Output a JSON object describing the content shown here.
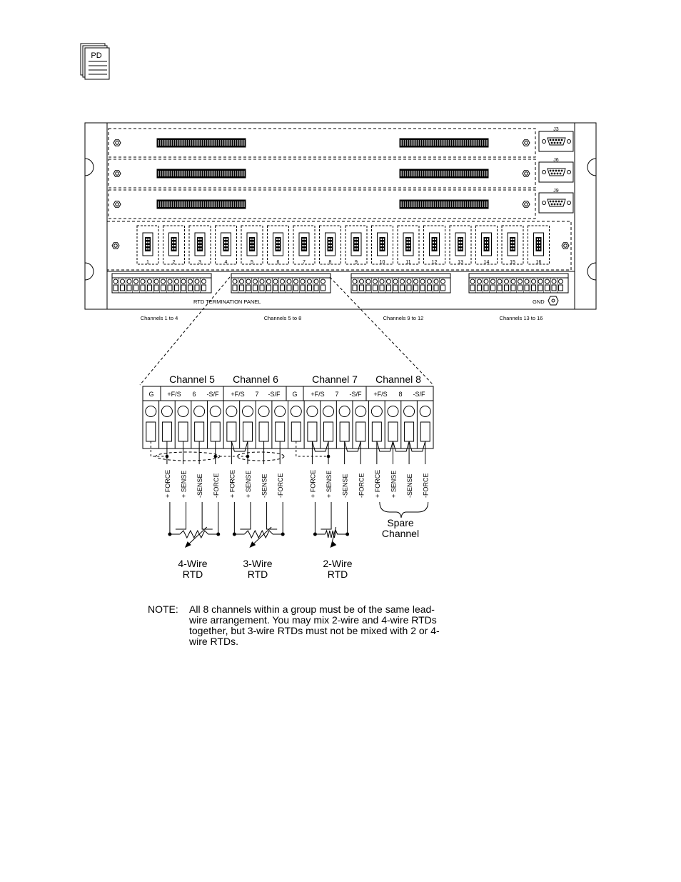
{
  "doc_icon": {
    "label": "PD"
  },
  "panel": {
    "title": "RTD TERMINATION PANEL",
    "gnd_label": "GND",
    "connectors": [
      "J3",
      "J6",
      "J9"
    ],
    "channel_numbers": [
      "1",
      "2",
      "3",
      "4",
      "5",
      "6",
      "7",
      "8",
      "9",
      "10",
      "11",
      "12",
      "13",
      "14",
      "15",
      "16"
    ],
    "group_labels": [
      "Channels 1 to 4",
      "Channels 5 to 8",
      "Channels 9 to 12",
      "Channels 13 to 16"
    ]
  },
  "detail": {
    "channel_headers": [
      "Channel 5",
      "Channel 6",
      "Channel 7",
      "Channel 8"
    ],
    "terminal_labels": [
      "G",
      "+F/S",
      "6",
      "-S/F",
      "+F/S",
      "7",
      "-S/F",
      "G",
      "+F/S",
      "7",
      "-S/F",
      "+F/S",
      "8",
      "-S/F"
    ],
    "wire_labels": [
      "+ FORCE",
      "+ SENSE",
      "-SENSE",
      "-FORCE",
      "+ FORCE",
      "+ SENSE",
      "-SENSE",
      "-FORCE",
      "+ FORCE",
      "+ SENSE",
      "-SENSE",
      "-FORCE",
      "+ FORCE",
      "+ SENSE",
      "-SENSE",
      "-FORCE"
    ],
    "rtd_labels": [
      {
        "line1": "4-Wire",
        "line2": "RTD"
      },
      {
        "line1": "3-Wire",
        "line2": "RTD"
      },
      {
        "line1": "2-Wire",
        "line2": "RTD"
      }
    ],
    "spare": {
      "line1": "Spare",
      "line2": "Channel"
    }
  },
  "note": {
    "label": "NOTE:",
    "text": "All 8 channels within a group must be of the same lead-wire arrangement.  You may mix 2-wire and 4-wire RTDs together, but 3-wire RTDs must not be mixed with 2 or 4-wire RTDs."
  }
}
